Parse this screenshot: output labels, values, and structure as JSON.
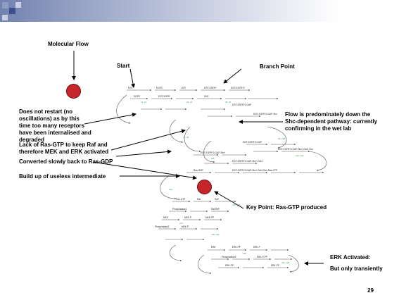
{
  "labels": {
    "molecular_flow": "Molecular Flow",
    "start": "Start",
    "branch_point": "Branch Point",
    "no_restart": "Does not restart (no oscillations) as by this time too many receptors have been internalised and degraded",
    "flow_shc": "Flow is predominately down the Shc-dependent pathway: currently confirming in the wet lab",
    "lack_ras": "Lack of Ras-GTP to keep Raf and therefore MEK and ERK activated",
    "converted": "Converted slowly back to Ras-GDP",
    "build_up": "Build up of useless intermediate",
    "key_point": "Key Point: Ras-GTP produced",
    "erk_activated": "ERK Activated:",
    "erk_transient": "But only transiently"
  },
  "page_number": "29",
  "colors": {
    "dot": "#c6252a",
    "header_dark": "#7282b0",
    "node_green": "#2e8b3a"
  }
}
